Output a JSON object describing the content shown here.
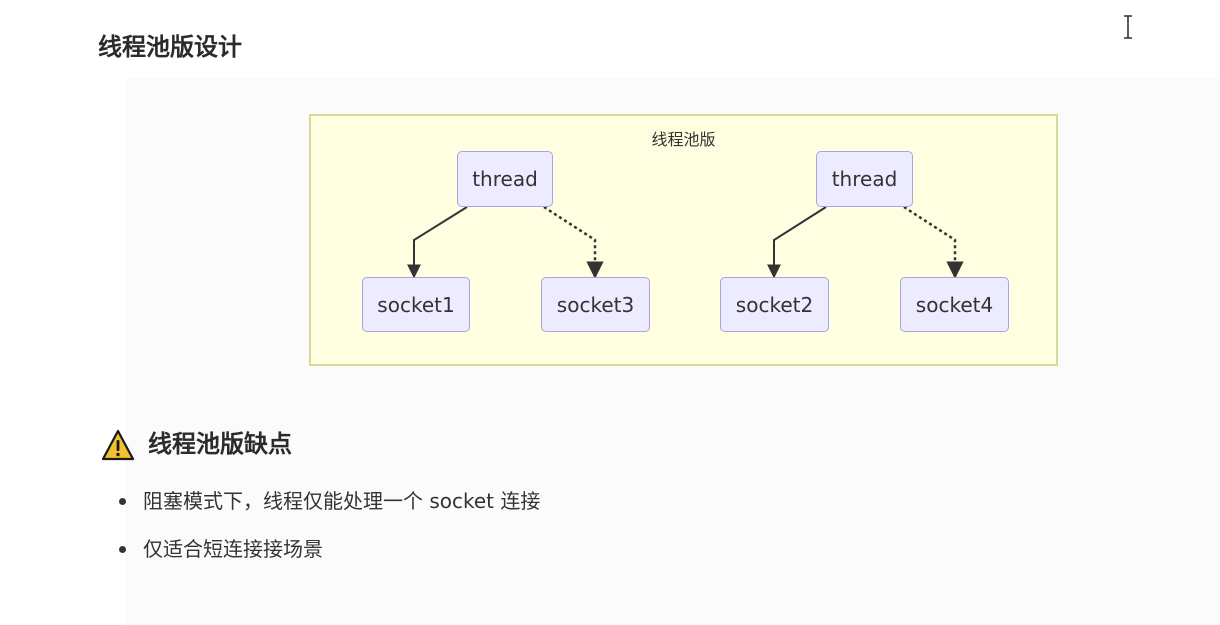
{
  "section1": {
    "title": "线程池版设计"
  },
  "diagram": {
    "group_label": "线程池版",
    "nodes": {
      "thread_a": "thread",
      "thread_b": "thread",
      "socket1": "socket1",
      "socket3": "socket3",
      "socket2": "socket2",
      "socket4": "socket4"
    }
  },
  "section2": {
    "title": "线程池版缺点",
    "bullets": [
      "阻塞模式下，线程仅能处理一个 socket 连接",
      "仅适合短连接接场景"
    ]
  },
  "icons": {
    "warning": "warning-icon",
    "cursor": "text-cursor-icon"
  },
  "colors": {
    "group_fill": "#fffee0",
    "group_border": "#d9d99a",
    "node_fill": "#ecebff",
    "node_border": "#a9a4dc",
    "warning": "#f2c12e"
  }
}
